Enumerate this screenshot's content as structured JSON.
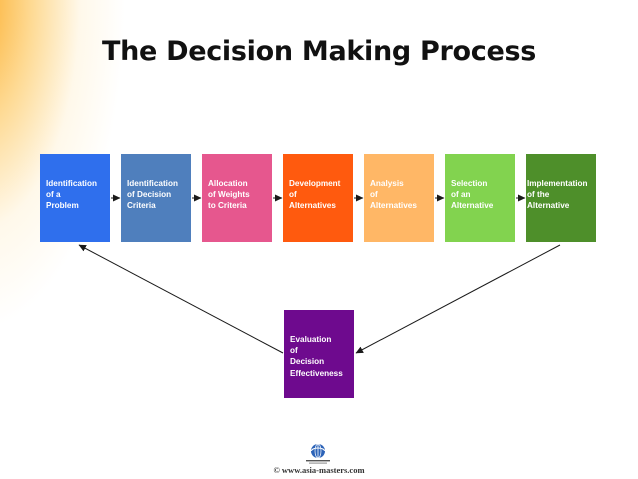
{
  "title": "The Decision Making Process",
  "steps": [
    {
      "label": "Identification\nof a\nProblem",
      "color": "#2F6FED"
    },
    {
      "label": "Identification\nof Decision\nCriteria",
      "color": "#4F7FBD"
    },
    {
      "label": "Allocation\nof Weights\nto Criteria",
      "color": "#E6578E"
    },
    {
      "label": "Development\nof\nAlternatives",
      "color": "#FF5A0E"
    },
    {
      "label": "Analysis\nof\nAlternatives",
      "color": "#FFB766"
    },
    {
      "label": "Selection\nof an\nAlternative",
      "color": "#82D34F"
    },
    {
      "label": "Implementation\nof the\nAlternative",
      "color": "#4E8F2A"
    }
  ],
  "evaluation": {
    "label": "Evaluation\nof\nDecision\nEffectiveness",
    "color": "#6E0A8E"
  },
  "footer": {
    "copyright": "© www.asia-masters.com"
  },
  "icons": {
    "logo": "globe-logo-icon"
  }
}
